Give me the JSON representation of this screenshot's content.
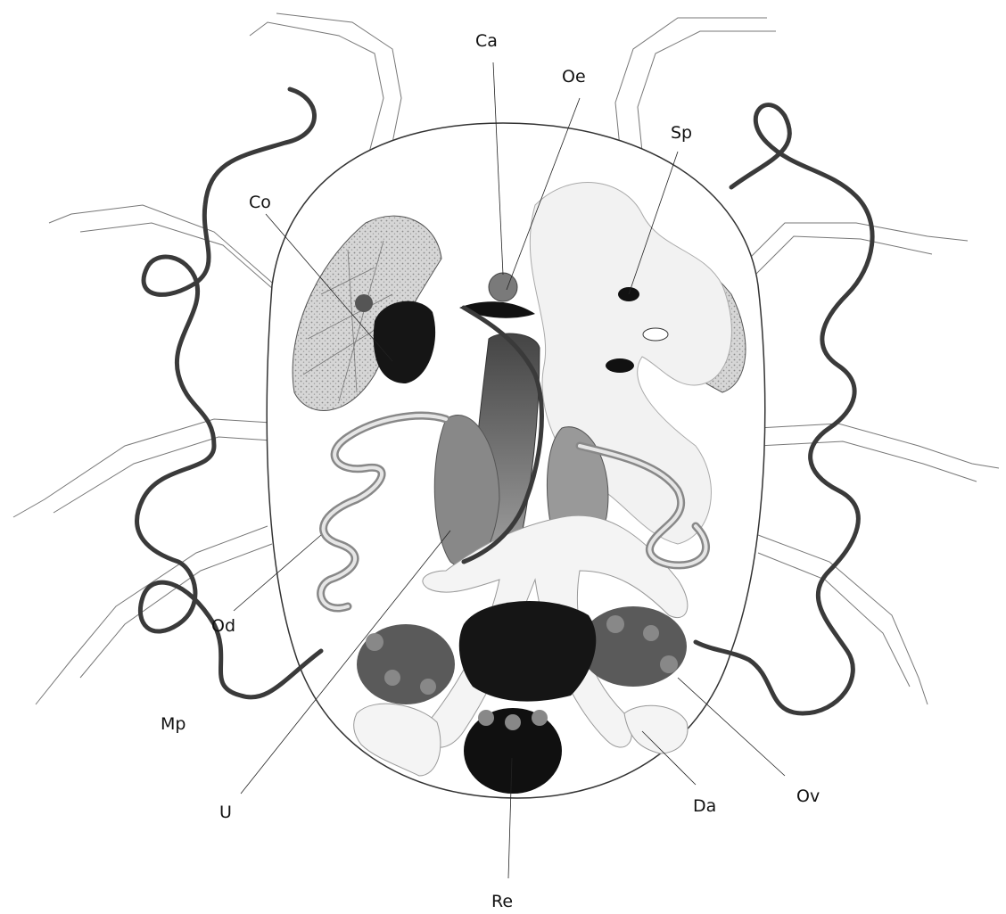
{
  "labels": {
    "ca": "Ca",
    "oe": "Oe",
    "sp": "Sp",
    "co": "Co",
    "od": "Od",
    "mp": "Mp",
    "u": "U",
    "re": "Re",
    "da": "Da",
    "ov": "Ov"
  }
}
